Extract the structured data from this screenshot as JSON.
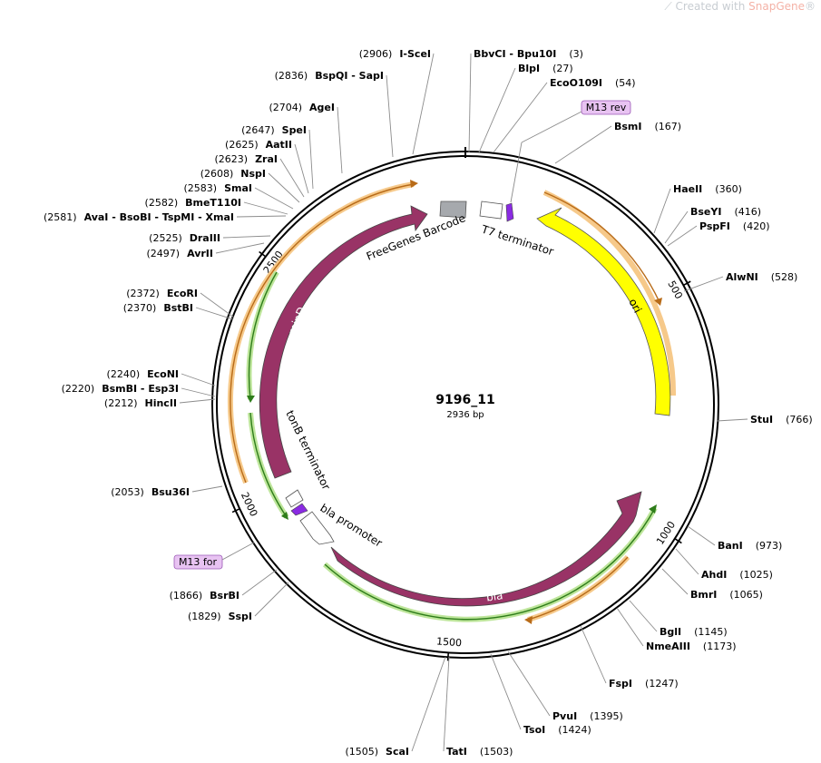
{
  "watermark": {
    "prefix": "Created with ",
    "brand": "SnapGene",
    "reg": "®"
  },
  "plasmid": {
    "name": "9196_11",
    "size_label": "2936 bp",
    "length": 2936
  },
  "ticks": [
    {
      "label": "500",
      "pos": 500
    },
    {
      "label": "1000",
      "pos": 1000
    },
    {
      "label": "1500",
      "pos": 1500
    },
    {
      "label": "2000",
      "pos": 2000
    },
    {
      "label": "2500",
      "pos": 2500
    }
  ],
  "features": [
    {
      "name": "ori",
      "type": "ori",
      "color": "#ffff00"
    },
    {
      "name": "bla",
      "type": "cds",
      "color": "#993366"
    },
    {
      "name": "minD",
      "type": "cds",
      "color": "#993366"
    },
    {
      "name": "FreeGenes Barcode",
      "type": "misc",
      "color": "#a6a9ad"
    },
    {
      "name": "T7 terminator",
      "type": "terminator",
      "color": "#ffffff"
    },
    {
      "name": "tonB terminator",
      "type": "terminator",
      "color": "#ffffff"
    },
    {
      "name": "bla promoter",
      "type": "promoter",
      "color": "#ffffff"
    }
  ],
  "primers": [
    {
      "name": "M13 rev",
      "color": "#e8c3f2"
    },
    {
      "name": "M13 for",
      "color": "#e8c3f2"
    }
  ],
  "enzymes_left": [
    {
      "name": "I-SceI",
      "pos": "(2906)"
    },
    {
      "name": "BspQI  - SapI",
      "pos": "(2836)"
    },
    {
      "name": "AgeI",
      "pos": "(2704)"
    },
    {
      "name": "SpeI",
      "pos": "(2647)"
    },
    {
      "name": "AatII",
      "pos": "(2625)"
    },
    {
      "name": "ZraI",
      "pos": "(2623)"
    },
    {
      "name": "NspI",
      "pos": "(2608)"
    },
    {
      "name": "SmaI",
      "pos": "(2583)"
    },
    {
      "name": "BmeT110I",
      "pos": "(2582)"
    },
    {
      "name": "AvaI  - BsoBI  - TspMI  - XmaI",
      "pos": "(2581)"
    },
    {
      "name": "DraIII",
      "pos": "(2525)"
    },
    {
      "name": "AvrII",
      "pos": "(2497)"
    },
    {
      "name": "EcoRI",
      "pos": "(2372)"
    },
    {
      "name": "BstBI",
      "pos": "(2370)"
    },
    {
      "name": "EcoNI",
      "pos": "(2240)"
    },
    {
      "name": "BsmBI  - Esp3I",
      "pos": "(2220)"
    },
    {
      "name": "HincII",
      "pos": "(2212)"
    },
    {
      "name": "Bsu36I",
      "pos": "(2053)"
    },
    {
      "name": "BsrBI",
      "pos": "(1866)"
    },
    {
      "name": "SspI",
      "pos": "(1829)"
    },
    {
      "name": "ScaI",
      "pos": "(1505)"
    }
  ],
  "enzymes_right": [
    {
      "name": "BbvCI  - Bpu10I",
      "pos": "(3)"
    },
    {
      "name": "BlpI",
      "pos": "(27)"
    },
    {
      "name": "EcoO109I",
      "pos": "(54)"
    },
    {
      "name": "BsmI",
      "pos": "(167)"
    },
    {
      "name": "HaeII",
      "pos": "(360)"
    },
    {
      "name": "BseYI",
      "pos": "(416)"
    },
    {
      "name": "PspFI",
      "pos": "(420)"
    },
    {
      "name": "AlwNI",
      "pos": "(528)"
    },
    {
      "name": "StuI",
      "pos": "(766)"
    },
    {
      "name": "BanI",
      "pos": "(973)"
    },
    {
      "name": "AhdI",
      "pos": "(1025)"
    },
    {
      "name": "BmrI",
      "pos": "(1065)"
    },
    {
      "name": "BglI",
      "pos": "(1145)"
    },
    {
      "name": "NmeAIII",
      "pos": "(1173)"
    },
    {
      "name": "FspI",
      "pos": "(1247)"
    },
    {
      "name": "PvuI",
      "pos": "(1395)"
    },
    {
      "name": "TsoI",
      "pos": "(1424)"
    },
    {
      "name": "TatI",
      "pos": "(1503)"
    }
  ]
}
